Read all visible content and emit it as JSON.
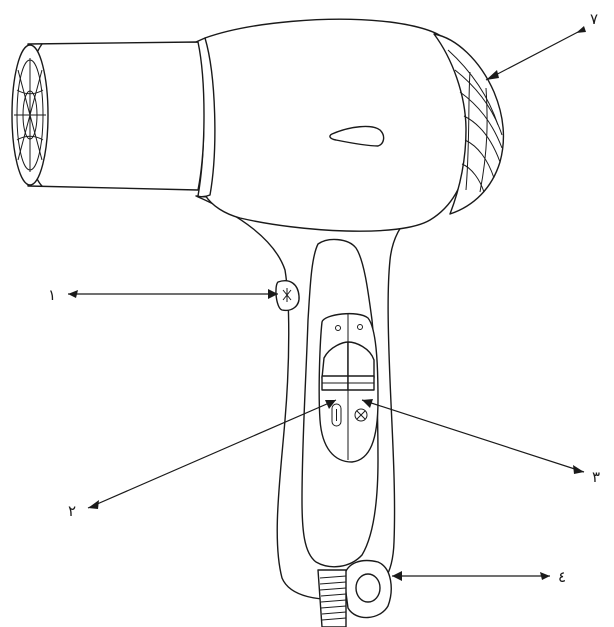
{
  "callouts": [
    {
      "id": "1",
      "label": "١"
    },
    {
      "id": "2",
      "label": "٢"
    },
    {
      "id": "3",
      "label": "٣"
    },
    {
      "id": "4",
      "label": "٤"
    },
    {
      "id": "7",
      "label": "٧"
    }
  ],
  "icons": {
    "side_button": "snowflake-icon",
    "switch_left": "heat-icon",
    "switch_right": "fan-icon"
  },
  "colors": {
    "stroke": "#1a1a1a",
    "background": "#ffffff"
  }
}
